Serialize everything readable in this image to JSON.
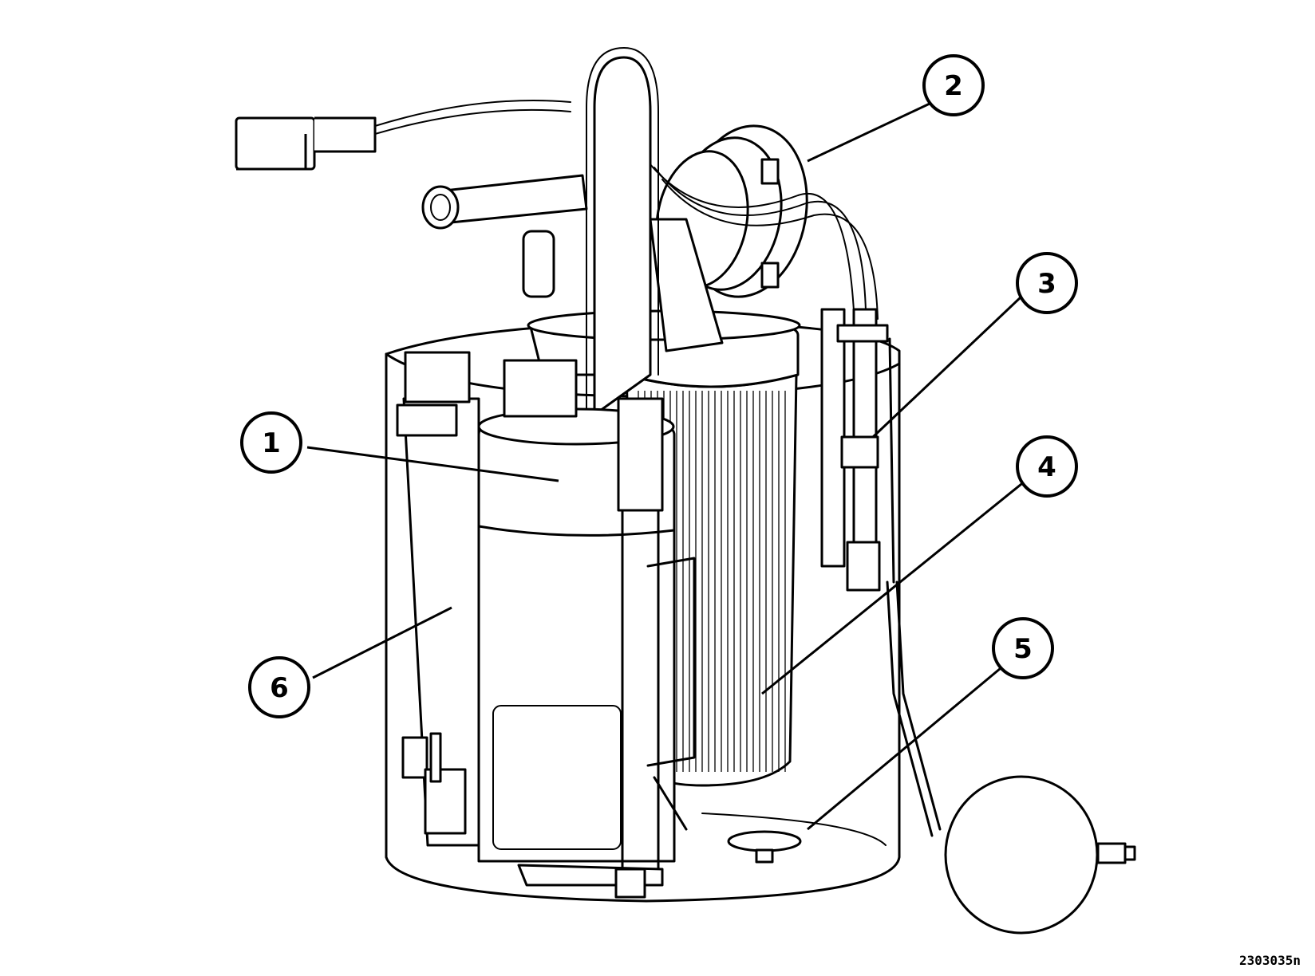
{
  "figure_id": "2303035n",
  "callouts": [
    {
      "label": "1"
    },
    {
      "label": "2"
    },
    {
      "label": "3"
    },
    {
      "label": "4"
    },
    {
      "label": "5"
    },
    {
      "label": "6"
    }
  ]
}
